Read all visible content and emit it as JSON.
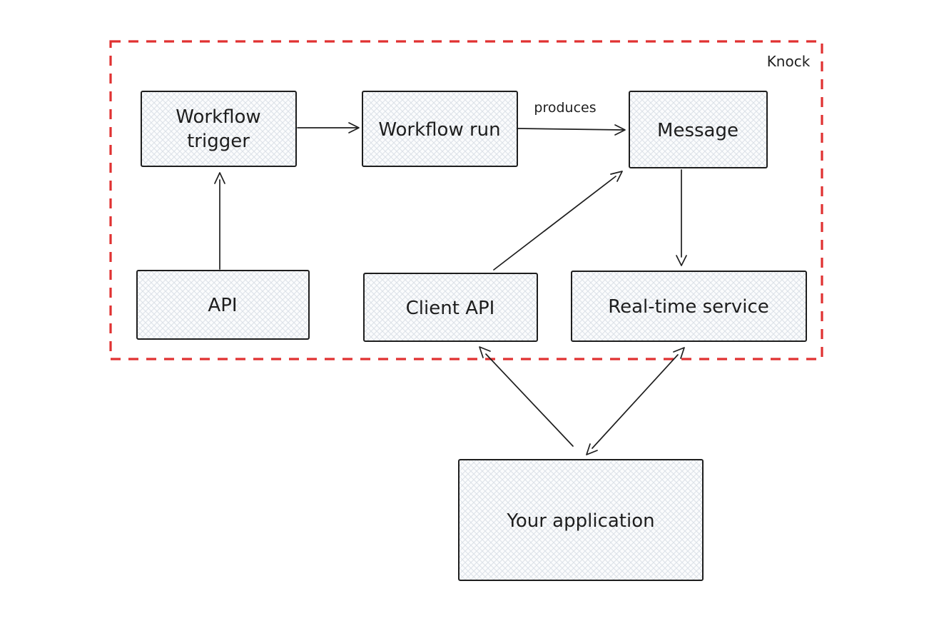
{
  "boundary": {
    "label": "Knock"
  },
  "nodes": {
    "workflow_trigger": {
      "lines": [
        "Workflow",
        "trigger"
      ]
    },
    "workflow_run": {
      "label": "Workflow run"
    },
    "message": {
      "label": "Message"
    },
    "api": {
      "label": "API"
    },
    "client_api": {
      "label": "Client API"
    },
    "realtime_service": {
      "label": "Real-time service"
    },
    "your_application": {
      "label": "Your application"
    }
  },
  "edges": {
    "trigger_to_run": {
      "from": "Workflow trigger",
      "to": "Workflow run",
      "label": "",
      "bidirectional": false
    },
    "run_to_message": {
      "from": "Workflow run",
      "to": "Message",
      "label": "produces",
      "bidirectional": false
    },
    "api_to_trigger": {
      "from": "API",
      "to": "Workflow trigger",
      "label": "",
      "bidirectional": false
    },
    "client_api_to_message": {
      "from": "Client API",
      "to": "Message",
      "label": "",
      "bidirectional": false
    },
    "message_to_realtime": {
      "from": "Message",
      "to": "Real-time service",
      "label": "",
      "bidirectional": false
    },
    "app_to_client_api": {
      "from": "Your application",
      "to": "Client API",
      "label": "",
      "bidirectional": false
    },
    "app_and_realtime": {
      "from": "Your application",
      "to": "Real-time service",
      "label": "",
      "bidirectional": true
    }
  },
  "colors": {
    "boundary": "#e03131",
    "stroke": "#1e1e1e",
    "hatch_line": "#dde2e8",
    "hatch_bg": "#fbfcfd"
  }
}
